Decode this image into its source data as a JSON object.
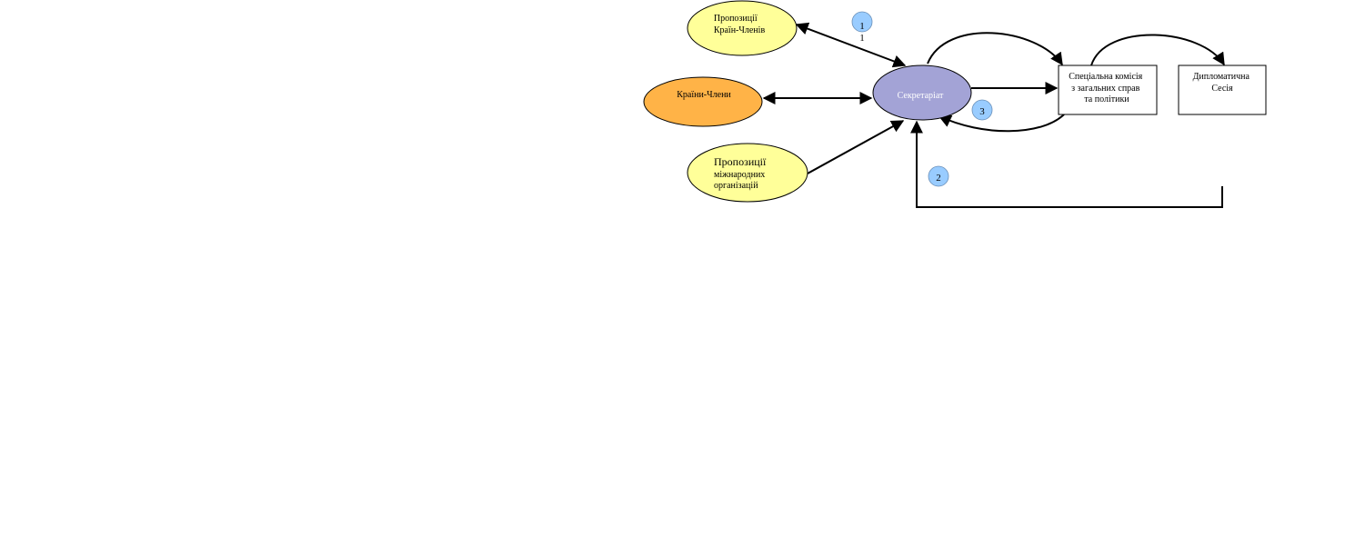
{
  "diagram": {
    "nodes": {
      "member_proposals": {
        "lines": [
          "Пропозиції",
          "Країн-Членів"
        ],
        "fill": "#ffff99",
        "shape": "ellipse"
      },
      "member_states": {
        "lines": [
          "Країни-Члени"
        ],
        "fill": "#ffb347",
        "shape": "ellipse"
      },
      "intl_org_proposals": {
        "lines": [
          "Пропозиції",
          "міжнародних",
          "організацій"
        ],
        "fill": "#ffff99",
        "shape": "ellipse"
      },
      "secretariat": {
        "lines": [
          "Секретаріат"
        ],
        "fill": "#a3a3d6",
        "text_color": "#ffffff",
        "shape": "ellipse"
      },
      "special_commission": {
        "lines": [
          "Спеціальна комісія",
          "з загальних справ",
          "та політики"
        ],
        "fill": "#ffffff",
        "shape": "rectangle"
      },
      "diplomatic_session": {
        "lines": [
          "Дипломатична",
          "Сесія"
        ],
        "fill": "#ffffff",
        "shape": "rectangle"
      }
    },
    "step_markers": [
      {
        "label": "1",
        "sublabel": "1",
        "fill": "#99ccff"
      },
      {
        "label": "2",
        "sublabel": "",
        "fill": "#99ccff"
      },
      {
        "label": "3",
        "sublabel": "",
        "fill": "#99ccff"
      }
    ],
    "edges": [
      {
        "from": "member_proposals",
        "to": "secretariat",
        "direction": "both"
      },
      {
        "from": "member_states",
        "to": "secretariat",
        "direction": "both"
      },
      {
        "from": "intl_org_proposals",
        "to": "secretariat",
        "direction": "forward"
      },
      {
        "from": "secretariat",
        "to": "special_commission",
        "direction": "forward"
      },
      {
        "from": "secretariat",
        "to": "special_commission",
        "direction": "forward",
        "style": "arc-over"
      },
      {
        "from": "special_commission",
        "to": "secretariat",
        "direction": "forward",
        "style": "arc-under"
      },
      {
        "from": "special_commission",
        "to": "diplomatic_session",
        "direction": "forward",
        "style": "arc-over"
      },
      {
        "from": "diplomatic_session",
        "to": "secretariat",
        "direction": "forward",
        "style": "elbow"
      }
    ]
  }
}
